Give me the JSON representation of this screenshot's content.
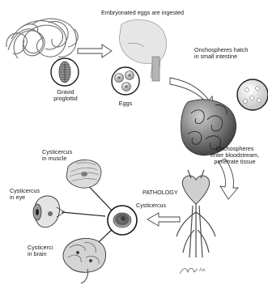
{
  "labels": {
    "top_caption": "Embryonated eggs are ingested",
    "gravid_proglottid": "Gravid\nproglottid",
    "eggs": "Eggs",
    "onchospheres_hatch": "Onchospheres hatch\nin small intestine",
    "onchospheres_enter": "Onchospheres\nenter bloodstream,\npenetrate tissue",
    "cysticercus_muscle": "Cysticercus\nin muscle",
    "cysticercus_eye": "Cysticercus\nin eye",
    "pathology": "PATHOLOGY",
    "cysticercus": "Cysticercus",
    "cysticerci_brain": "Cysticerci\nin brain"
  },
  "signature": "Aa"
}
